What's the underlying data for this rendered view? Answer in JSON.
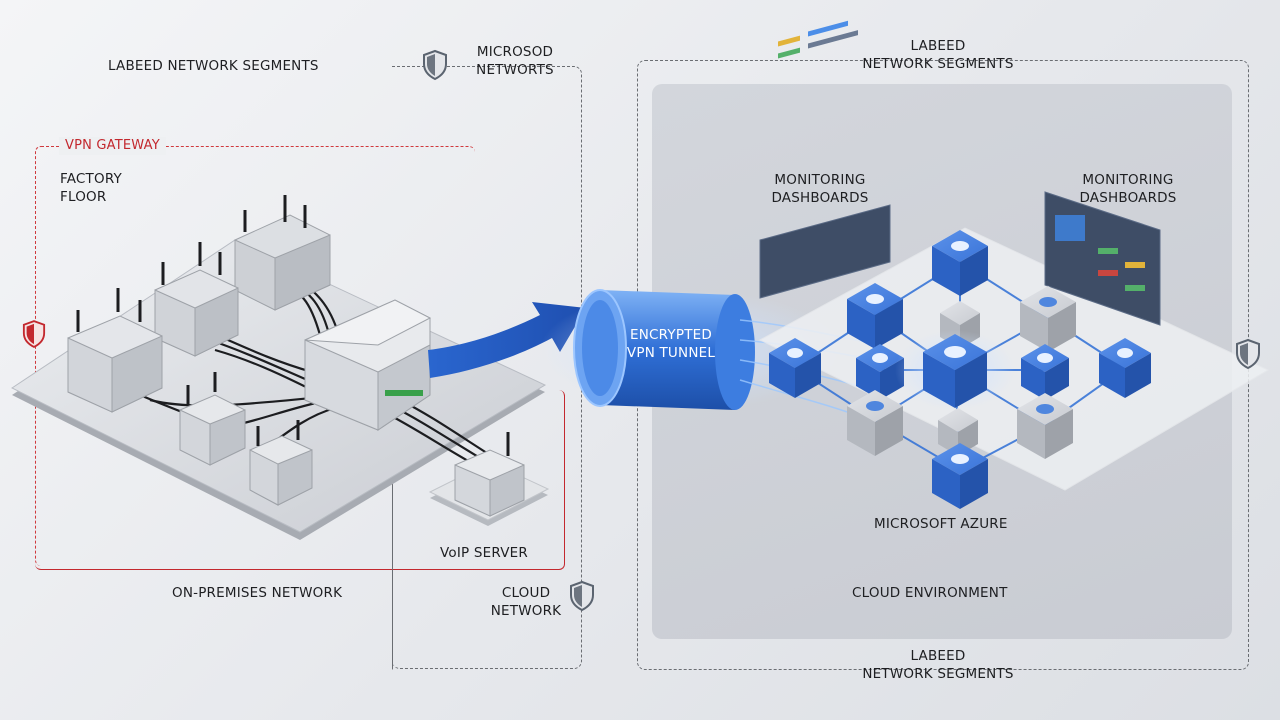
{
  "labels": {
    "top_left_segments": "LABEED NETWORK SEGMENTS",
    "microsod_line1": "MICROSOD",
    "microsod_line2": "NETWORTS",
    "top_right_line1": "LABEED",
    "top_right_line2": "NETWORK SEGMENTS",
    "vpn_gateway": "VPN GATEWAY",
    "factory_line1": "FACTORY",
    "factory_line2": "FLOOR",
    "tunnel_line1": "ENCRYPTED",
    "tunnel_line2": "VPN TUNNEL",
    "monitoring_left_line1": "MONITORING",
    "monitoring_left_line2": "DASHBOARDS",
    "monitoring_right_line1": "MONITORING",
    "monitoring_right_line2": "DASHBOARDS",
    "azure": "MICROSOFT AZURE",
    "cloud_environment": "CLOUD ENVIRONMENT",
    "voip_server": "VoIP SERVER",
    "on_premises": "ON-PREMISES NETWORK",
    "cloud_network_line1": "CLOUD",
    "cloud_network_line2": "NETWORK",
    "bottom_line1": "LABEED",
    "bottom_line2": "NETWORK SEGMENTS"
  },
  "colors": {
    "red_accent": "#c3282e",
    "azure_blue": "#2f6fd6",
    "node_grey": "#b9bdc4",
    "shield_grey": "#5b6470"
  },
  "icons": {
    "shield": "shield-icon",
    "cloud": "cloud-icon",
    "antenna": "antenna-icon"
  }
}
